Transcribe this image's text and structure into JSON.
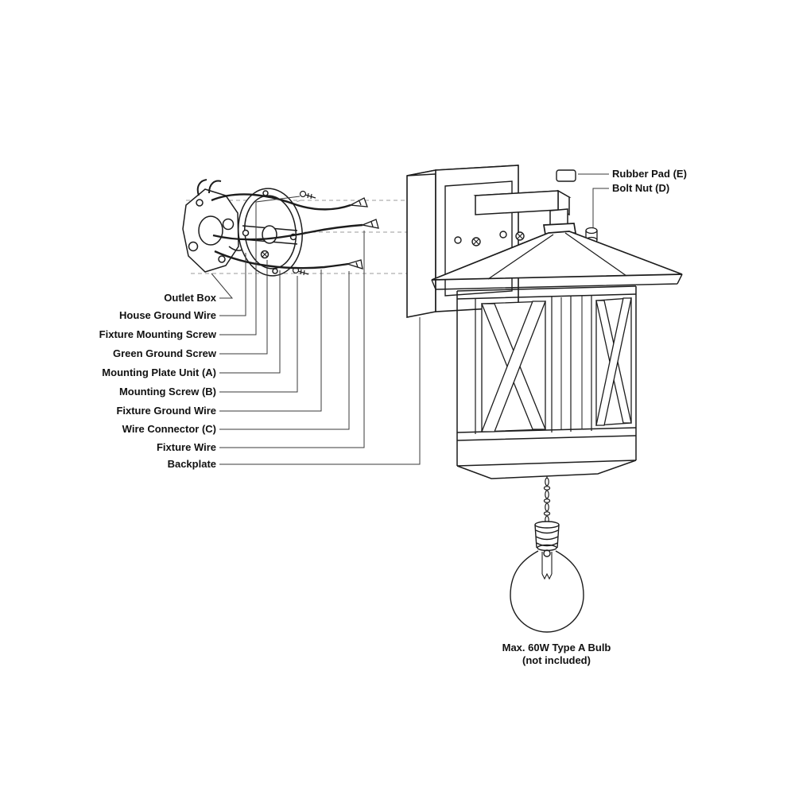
{
  "diagram": {
    "part_labels_left": [
      "Outlet Box",
      "House Ground Wire",
      "Fixture Mounting Screw",
      "Green Ground Screw",
      "Mounting Plate Unit (A)",
      "Mounting Screw (B)",
      "Fixture Ground Wire",
      "Wire Connector (C)",
      "Fixture Wire",
      "Backplate"
    ],
    "part_labels_right": [
      "Rubber Pad (E)",
      "Bolt Nut (D)"
    ],
    "caption": {
      "line1": "Max. 60W Type A Bulb",
      "line2": "(not included)"
    },
    "colors": {
      "line": "#1c1c1c",
      "leader": "#3a3a3a",
      "projection_dash": "#9b9b9b",
      "background": "#ffffff",
      "text": "#111111"
    }
  }
}
